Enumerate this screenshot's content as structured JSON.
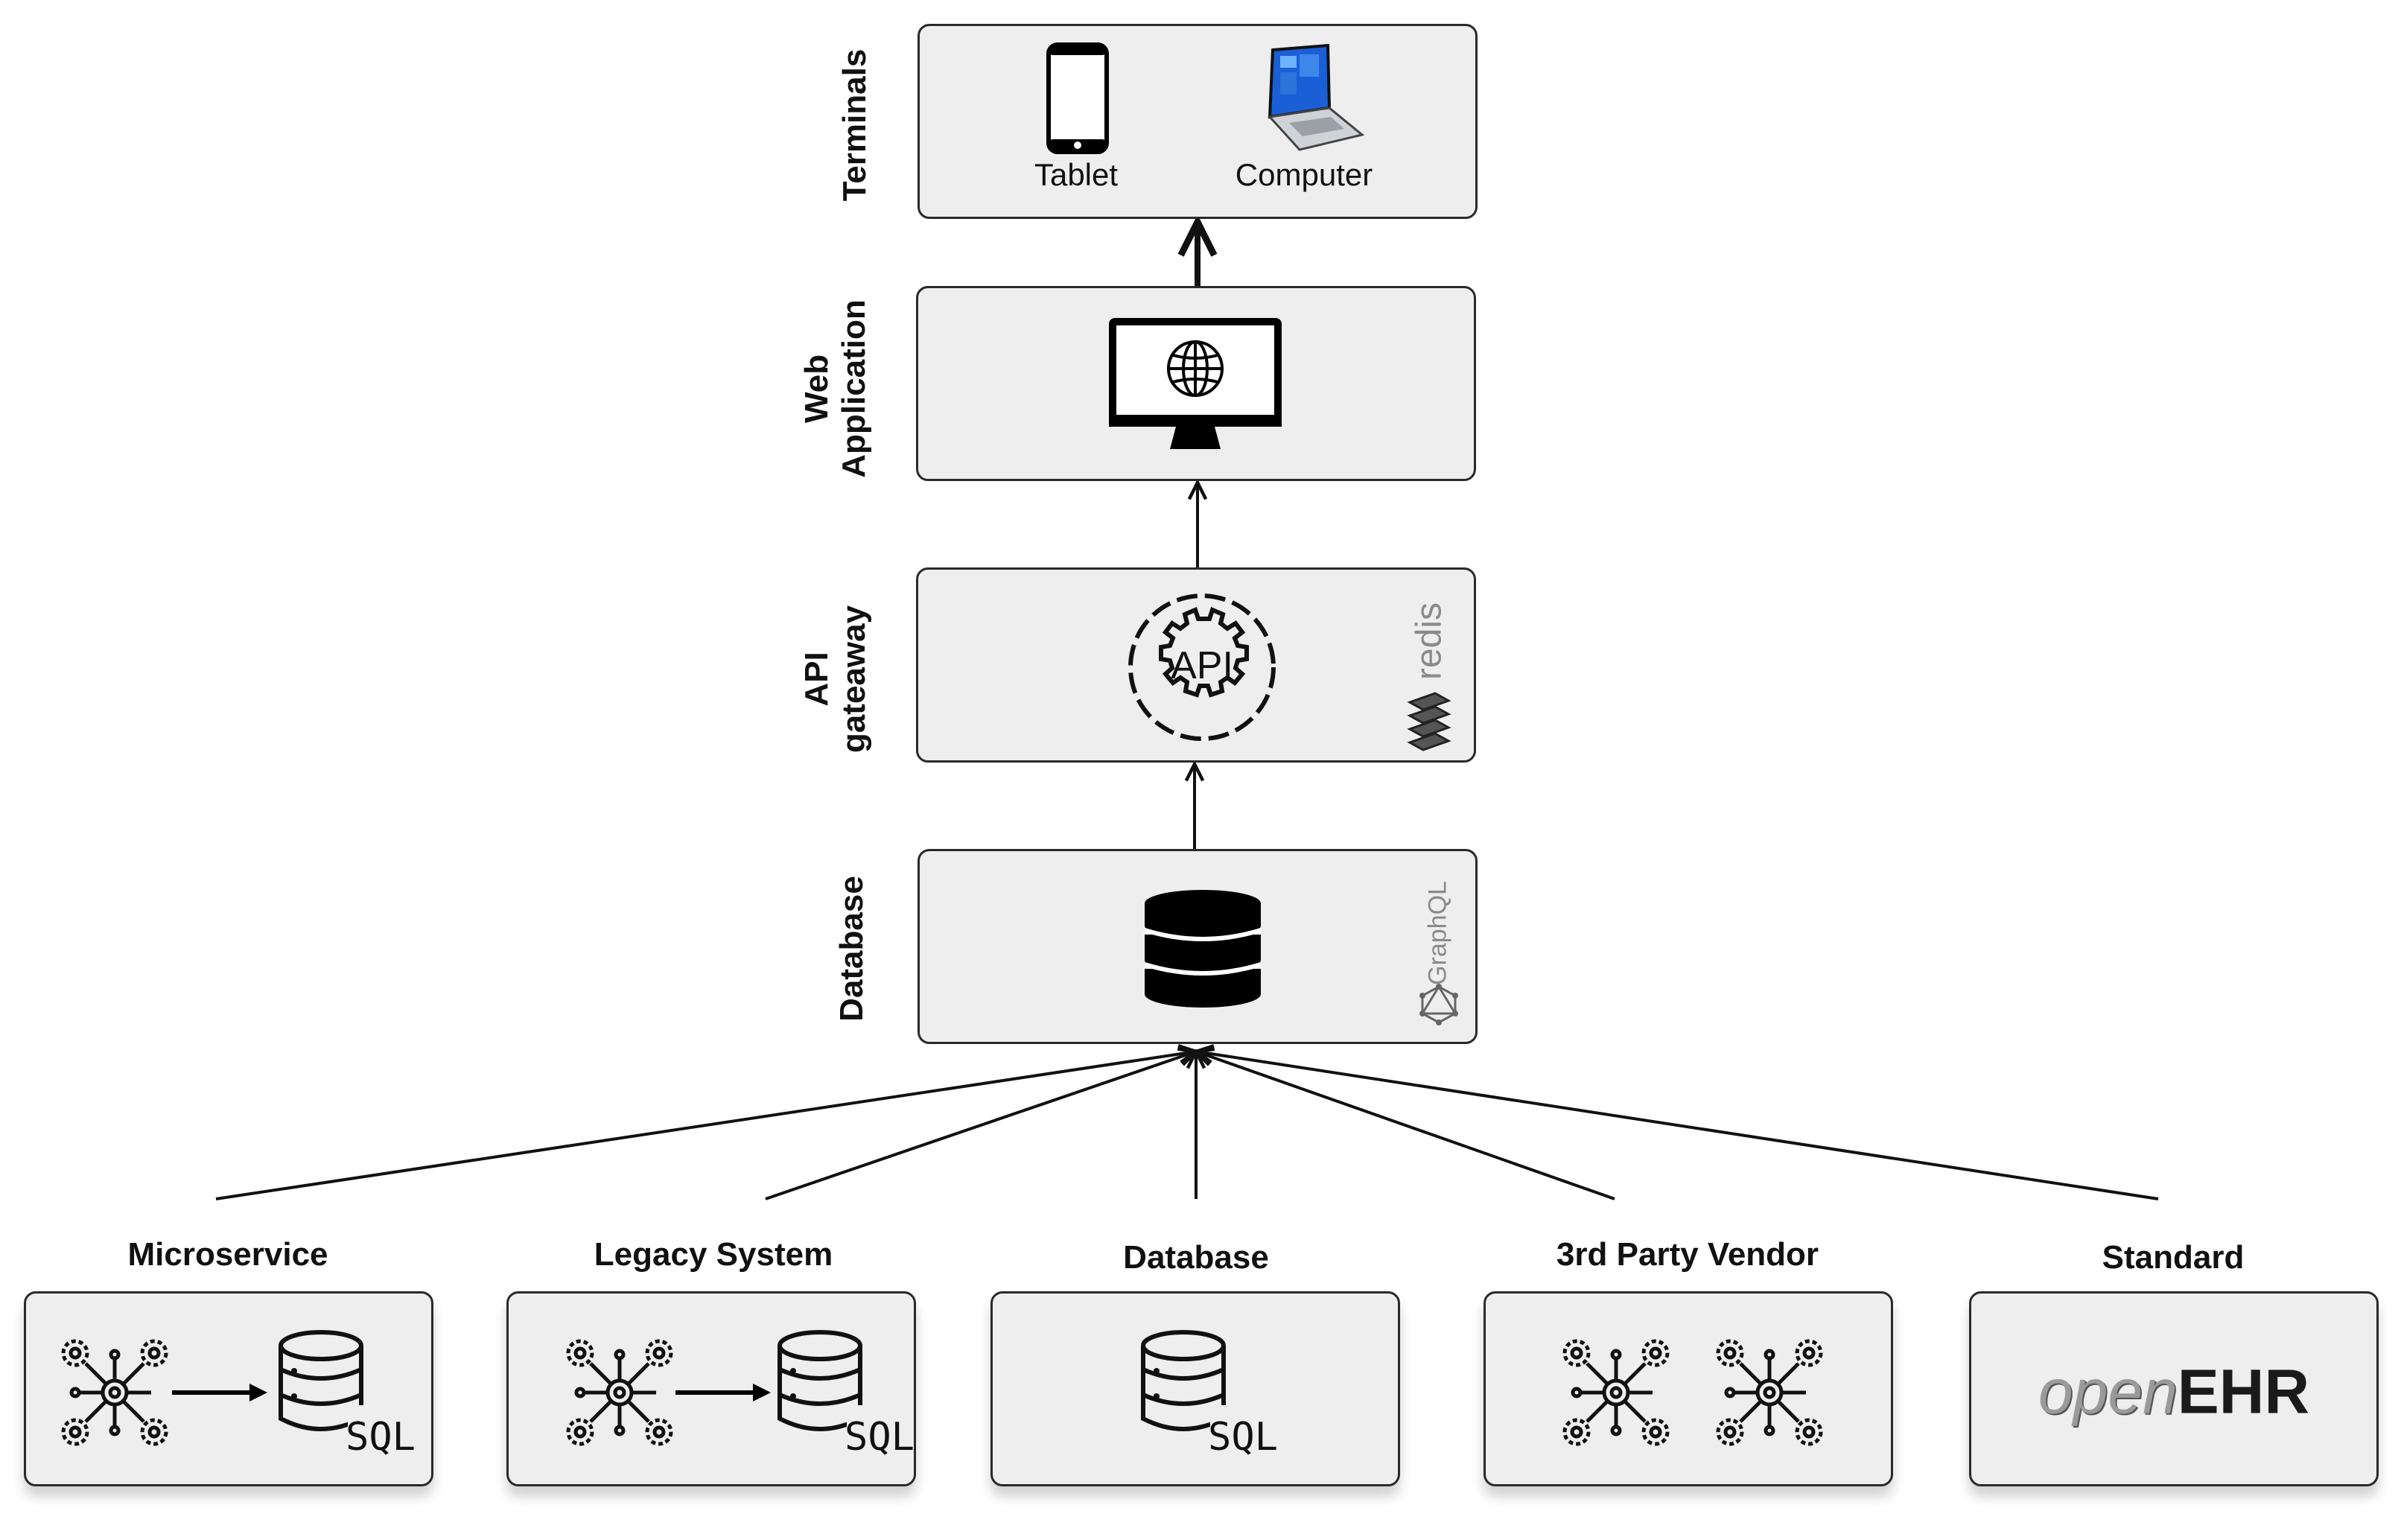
{
  "layers": {
    "terminals": {
      "label": "Terminals",
      "devices": {
        "tablet": "Tablet",
        "computer": "Computer"
      }
    },
    "web": {
      "label_line1": "Web",
      "label_line2": "Application"
    },
    "api": {
      "label_line1": "API",
      "label_line2": "gateaway",
      "icon_text": "API",
      "side_logo": "redis"
    },
    "database": {
      "label": "Database",
      "side_logo": "GraphQL"
    }
  },
  "sources": [
    {
      "label": "Microservice",
      "icon_text": "SQL"
    },
    {
      "label": "Legacy System",
      "icon_text": "SQL"
    },
    {
      "label": "Database",
      "icon_text": "SQL"
    },
    {
      "label": "3rd Party Vendor"
    },
    {
      "label": "Standard",
      "logo_italic": "open",
      "logo_bold": "EHR"
    }
  ]
}
